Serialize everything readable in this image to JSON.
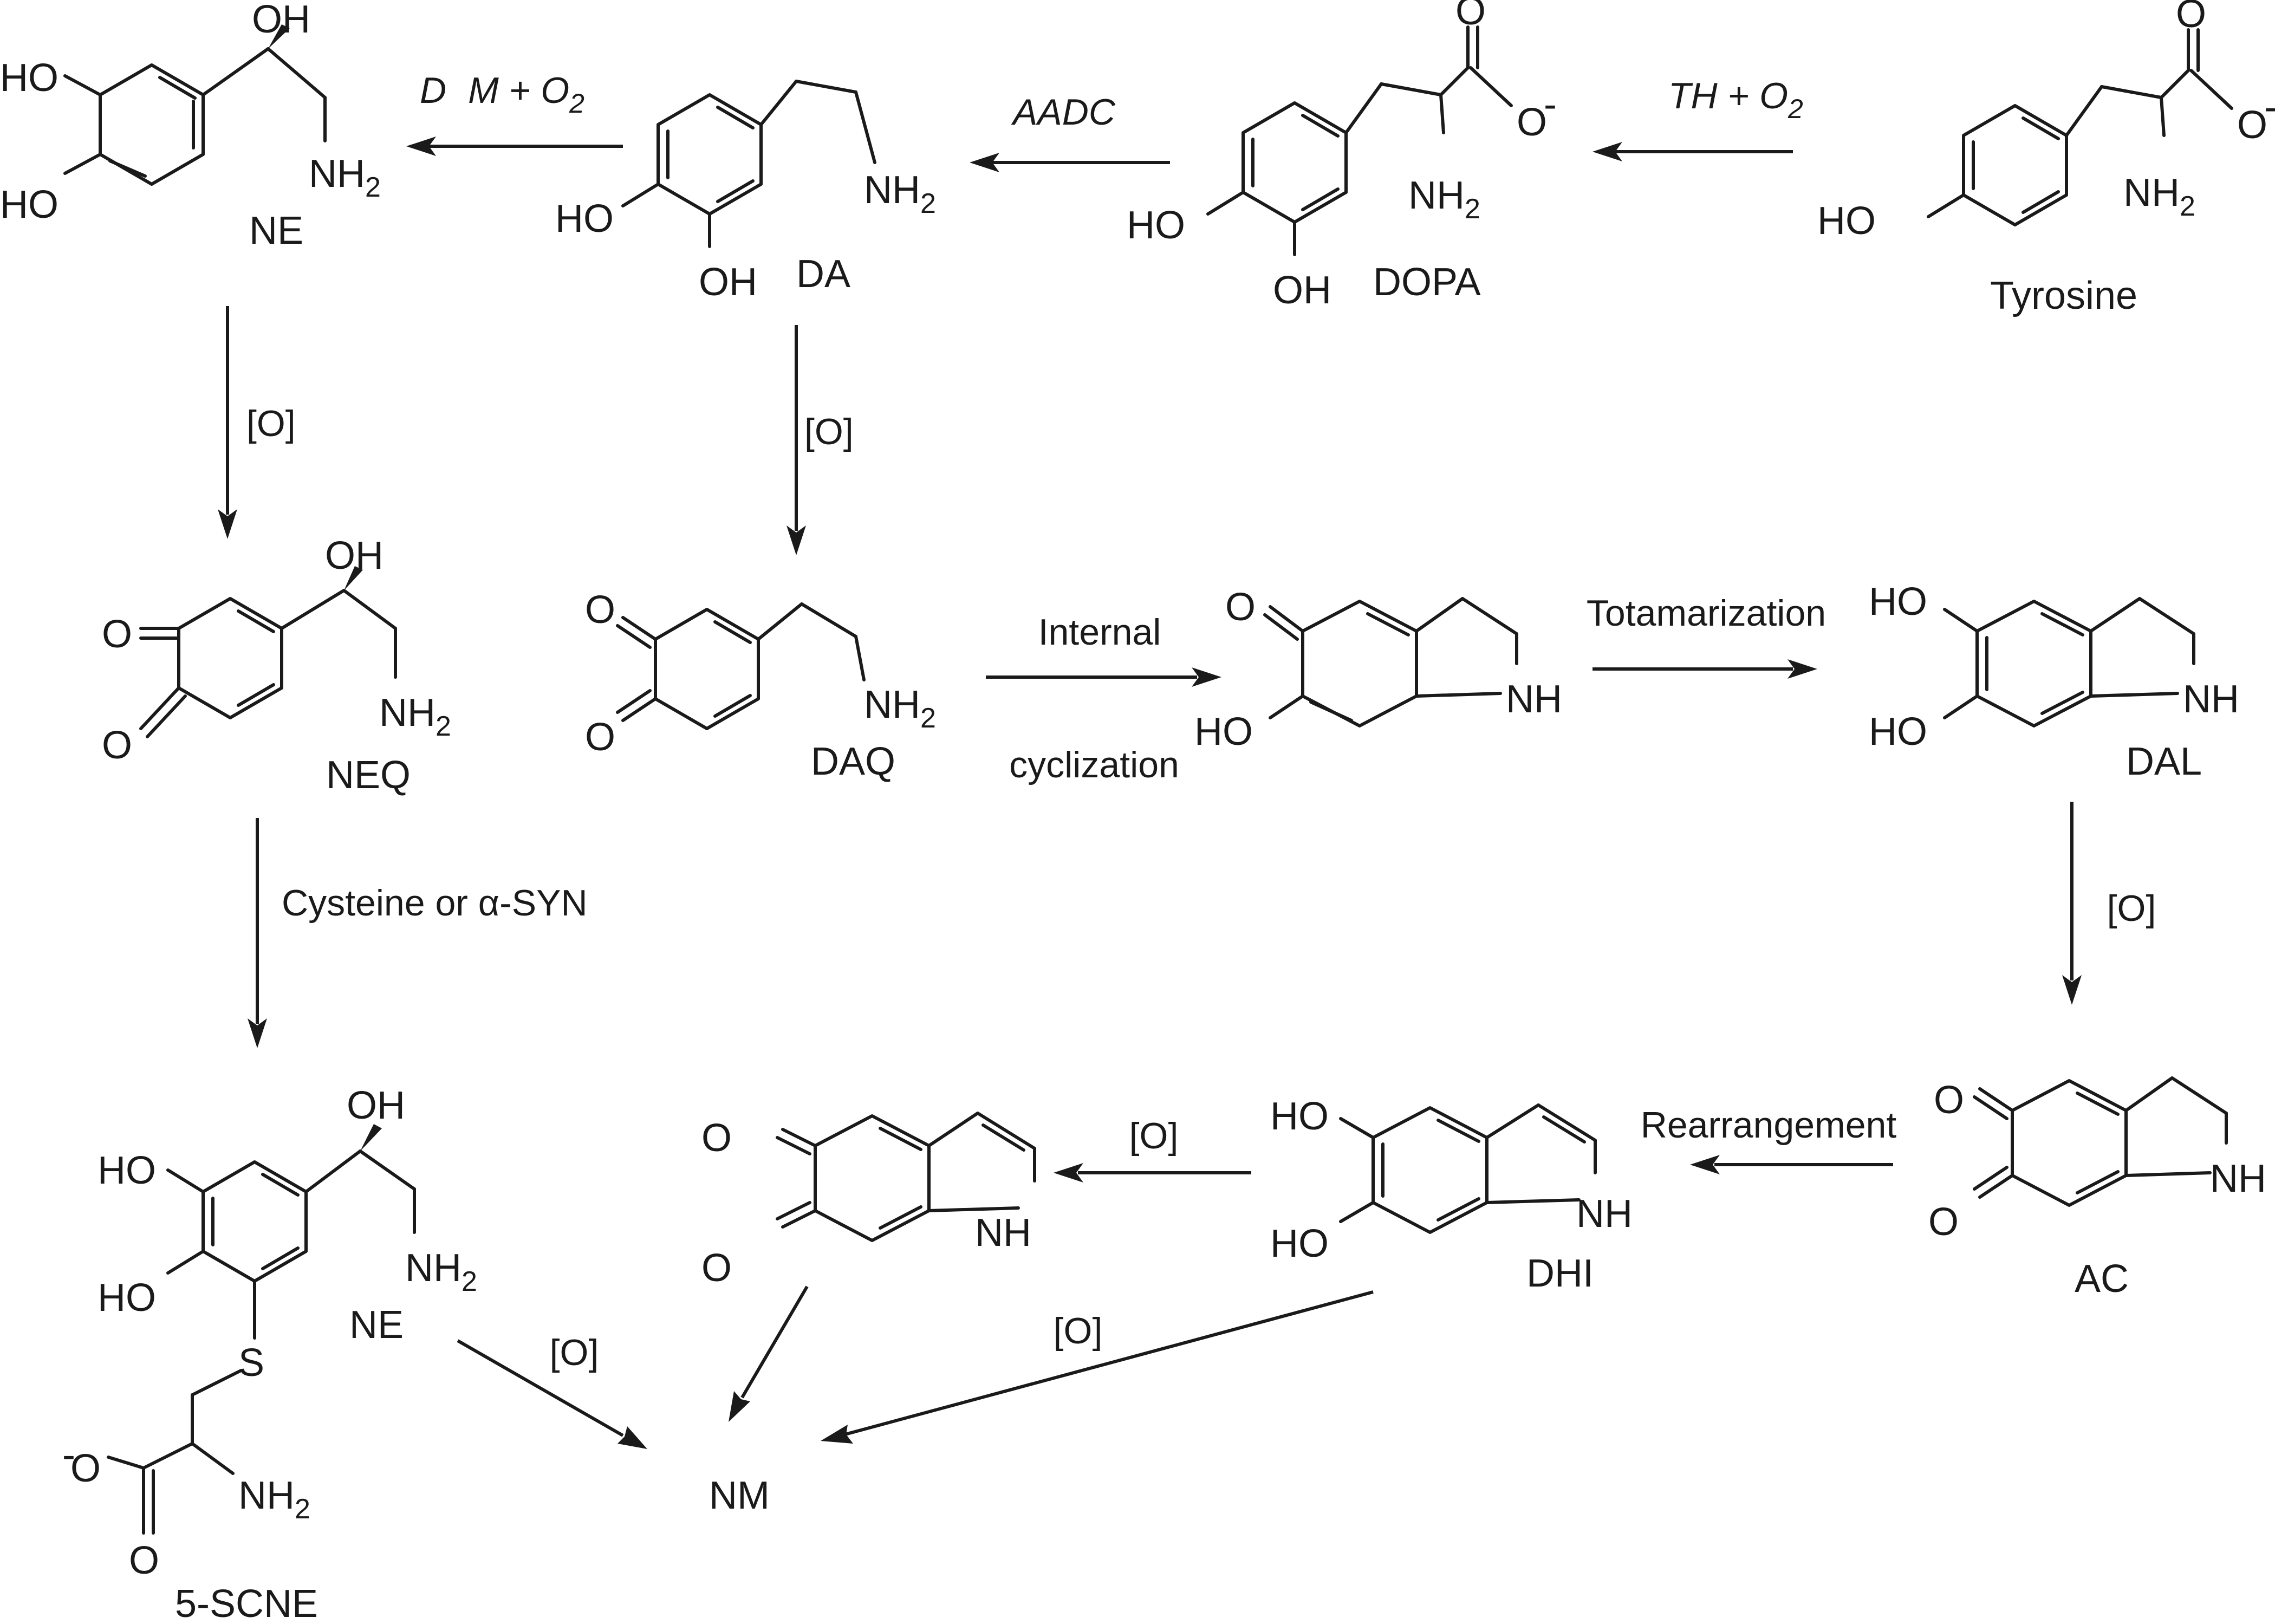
{
  "compounds": {
    "ne": "NE",
    "da": "DA",
    "dopa": "DOPA",
    "tyrosine": "Tyrosine",
    "neq": "NEQ",
    "daq": "DAQ",
    "dal": "DAL",
    "scne_ne": "NE",
    "scne": "5-SCNE",
    "dhi": "DHI",
    "ac": "AC",
    "nm": "NM"
  },
  "atoms": {
    "oh": "OH",
    "ho": "HO",
    "o": "O",
    "o_minus": "O",
    "minus": "-",
    "nh": "NH",
    "nh2": "NH",
    "sub2": "2",
    "s": "S"
  },
  "reactions": {
    "dbm_o2_a": "D",
    "dbm_o2_b": "M + O",
    "dbm_o2_sub": "2",
    "aadc": "AADC",
    "th_o2": "TH + O",
    "th_o2_sub": "2",
    "ox": "[O]",
    "internal": "Internal",
    "cyclization": "cyclization",
    "tautomerization": "Totamarization",
    "cysteine_syn": "Cysteine or α-SYN",
    "rearrangement": "Rearrangement"
  }
}
